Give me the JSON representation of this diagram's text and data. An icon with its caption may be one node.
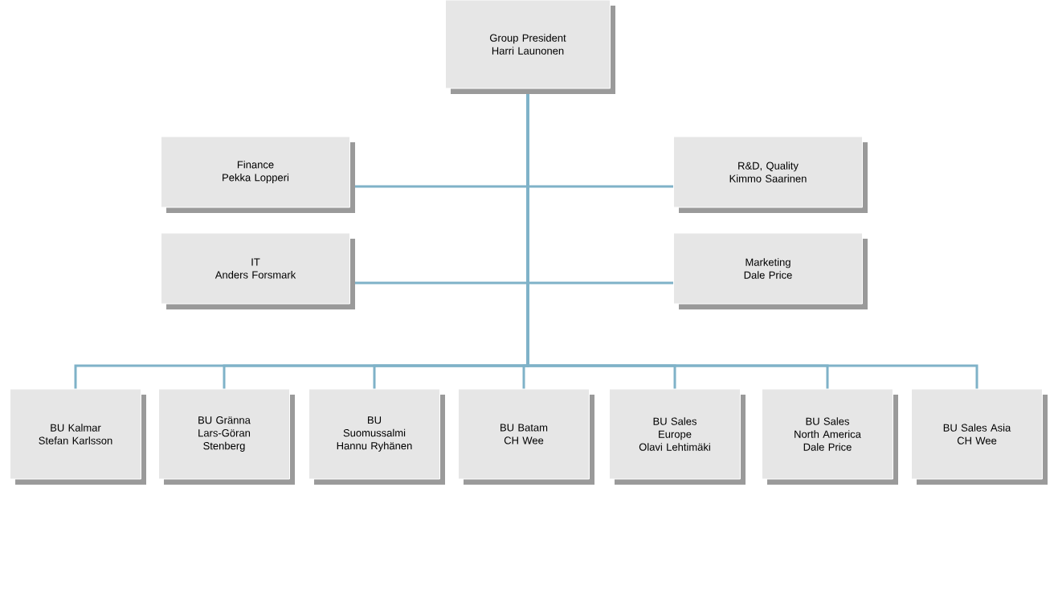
{
  "diagram": {
    "nodes": [
      {
        "text": [
          "Group President",
          "Harri Launonen"
        ]
      },
      {
        "text": [
          "Finance",
          "Pekka Lopperi"
        ]
      },
      {
        "text": [
          "R&D, Quality",
          "Kimmo Saarinen"
        ]
      },
      {
        "text": [
          "IT",
          "Anders Forsmark"
        ]
      },
      {
        "text": [
          "Marketing",
          "Dale Price"
        ]
      },
      {
        "text": [
          "BU Kalmar",
          "Stefan Karlsson"
        ]
      },
      {
        "text": [
          "BU Gränna",
          "Lars-Göran Stenberg"
        ]
      },
      {
        "text": [
          "BU Suomussalmi",
          "Hannu Ryhänen"
        ]
      },
      {
        "text": [
          "BU Batam",
          "CH Wee"
        ]
      },
      {
        "text": [
          "BU Sales Europe",
          "Olavi Lehtimäki"
        ]
      },
      {
        "text": [
          "BU Sales North America",
          "Dale Price"
        ]
      },
      {
        "text": [
          "BU Sales Asia",
          "CH Wee"
        ]
      }
    ],
    "edges": [
      {
        "from": 0,
        "to": 1,
        "arrow": "none"
      },
      {
        "from": 0,
        "to": 2,
        "arrow": "none"
      },
      {
        "from": 0,
        "to": 3,
        "arrow": "none"
      },
      {
        "from": 0,
        "to": 4,
        "arrow": "none"
      },
      {
        "from": 0,
        "to": 5,
        "arrow": "none"
      },
      {
        "from": 0,
        "to": 6,
        "arrow": "none"
      },
      {
        "from": 0,
        "to": 7,
        "arrow": "none"
      },
      {
        "from": 0,
        "to": 8,
        "arrow": "none"
      },
      {
        "from": 0,
        "to": 9,
        "arrow": "none"
      },
      {
        "from": 0,
        "to": 10,
        "arrow": "none"
      },
      {
        "from": 0,
        "to": 11,
        "arrow": "none"
      }
    ]
  }
}
